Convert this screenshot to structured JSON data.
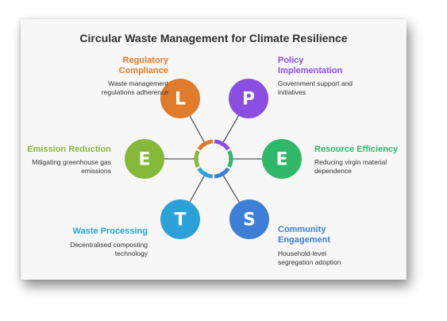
{
  "title": "Circular Waste Management for Climate Resilience",
  "items": [
    {
      "letter": "L",
      "label": "Regulatory Compliance",
      "label_lines": [
        "Regulatory",
        "Compliance"
      ],
      "desc_lines": [
        "Waste management",
        "regulations adherence"
      ],
      "color": "#e07b2c"
    },
    {
      "letter": "P",
      "label": "Policy Implementation",
      "label_lines": [
        "Policy",
        "Implementation"
      ],
      "desc_lines": [
        "Government support and",
        "initiatives"
      ],
      "color": "#8a4fe0"
    },
    {
      "letter": "E",
      "label": "Resource Efficiency",
      "label_lines": [
        "Resource Efficiency"
      ],
      "desc_lines": [
        "Reducing virgin material",
        "dependence"
      ],
      "color": "#2fb86a"
    },
    {
      "letter": "S",
      "label": "Community Engagement",
      "label_lines": [
        "Community",
        "Engagement"
      ],
      "desc_lines": [
        "Household-level",
        "segregation adoption"
      ],
      "color": "#3d7fd8"
    },
    {
      "letter": "T",
      "label": "Waste Processing",
      "label_lines": [
        "Waste Processing"
      ],
      "desc_lines": [
        "Decentralised composting",
        "technology"
      ],
      "color": "#2aa2d8"
    },
    {
      "letter": "E",
      "label": "Emission Reduction",
      "label_lines": [
        "Emission Reduction"
      ],
      "desc_lines": [
        "Mitigating greenhouse gas",
        "emissions"
      ],
      "color": "#86b83a"
    }
  ]
}
